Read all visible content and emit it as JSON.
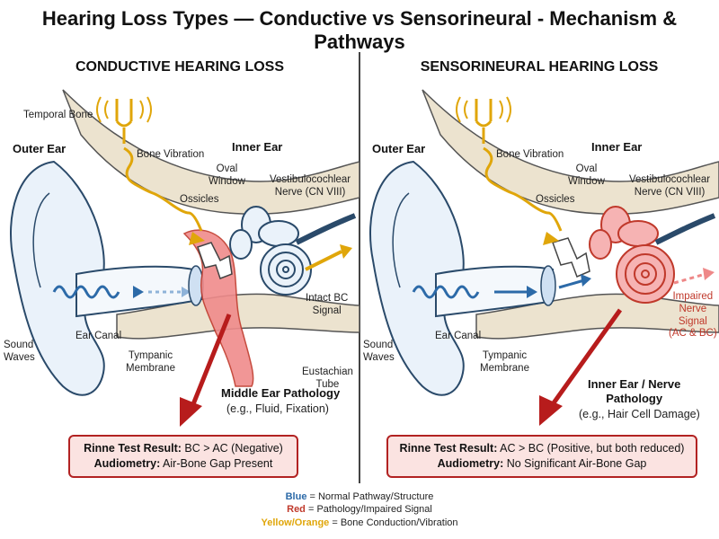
{
  "title": "Hearing Loss Types — Conductive vs Sensorineural - Mechanism & Pathways",
  "colors": {
    "normal": "#2c6aa8",
    "pathology": "#c0392b",
    "bone": "#e0a60a",
    "result_bg": "#fbe3e1"
  },
  "conductive": {
    "heading": "CONDUCTIVE HEARING LOSS",
    "labels": {
      "temporal_bone": "Temporal Bone",
      "outer_ear": "Outer Ear",
      "bone_vibration": "Bone Vibration",
      "inner_ear": "Inner Ear",
      "oval_window": "Oval\nWindow",
      "nerve": "Vestibulocochlear\nNerve (CN VIII)",
      "ossicles": "Ossicles",
      "intact_bc": "Intact BC\nSignal",
      "sound_waves": "Sound\nWaves",
      "ear_canal": "Ear Canal",
      "tympanic": "Tympanic\nMembrane",
      "eustachian": "Eustachian\nTube",
      "pathology_title": "Middle Ear Pathology",
      "pathology_detail": "(e.g., Fluid, Fixation)"
    },
    "result": {
      "rinne_label": "Rinne Test Result:",
      "rinne_value": " BC > AC (Negative)",
      "audio_label": "Audiometry:",
      "audio_value": " Air-Bone Gap Present"
    }
  },
  "sensorineural": {
    "heading": "SENSORINEURAL HEARING LOSS",
    "labels": {
      "outer_ear": "Outer Ear",
      "bone_vibration": "Bone Vibration",
      "inner_ear": "Inner Ear",
      "oval_window": "Oval\nWindow",
      "nerve": "Vestibulocochlear\nNerve (CN VIII)",
      "ossicles": "Ossicles",
      "impaired": "Impaired\nNerve\nSignal\n(AC & BC)",
      "sound_waves": "Sound\nWaves",
      "ear_canal": "Ear Canal",
      "tympanic": "Tympanic\nMembrane",
      "pathology_title": "Inner Ear / Nerve\nPathology",
      "pathology_detail": "(e.g., Hair Cell Damage)"
    },
    "result": {
      "rinne_label": "Rinne Test Result:",
      "rinne_value": " AC > BC (Positive, but both reduced)",
      "audio_label": "Audiometry:",
      "audio_value": " No Significant Air-Bone Gap"
    }
  },
  "legend": [
    {
      "key": "Blue",
      "text": " = Normal Pathway/Structure",
      "color": "blue"
    },
    {
      "key": "Red",
      "text": " = Pathology/Impaired Signal",
      "color": "red"
    },
    {
      "key": "Yellow/Orange",
      "text": " = Bone Conduction/Vibration",
      "color": "yellow"
    }
  ]
}
